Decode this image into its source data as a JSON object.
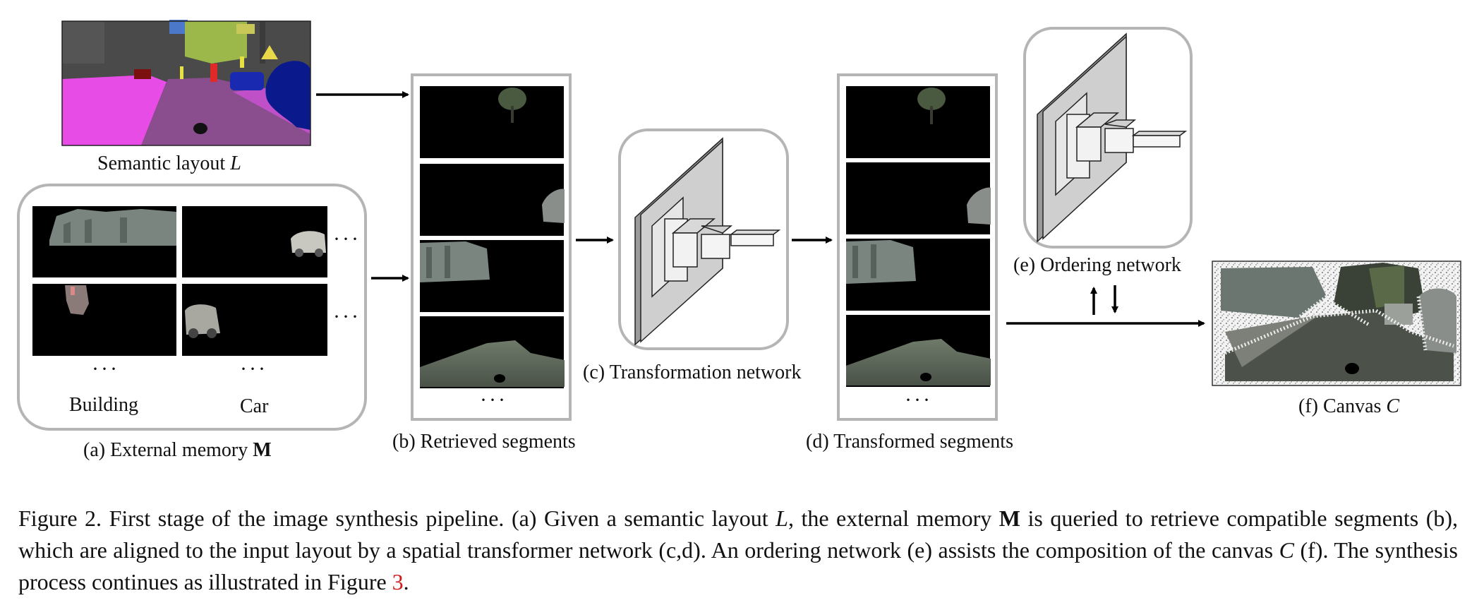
{
  "figure": {
    "semantic_layout_label": "Semantic layout ",
    "semantic_layout_symbol": "L",
    "memory_label": "(a) External memory ",
    "memory_symbol": "M",
    "building_label": "Building",
    "car_label": "Car",
    "ellipsis": "···",
    "retrieved_label": "(b) Retrieved segments",
    "transformation_label": "(c) Transformation network",
    "transformed_label": "(d) Transformed segments",
    "ordering_label": "(e) Ordering network",
    "canvas_label": "(f) Canvas ",
    "canvas_symbol": "C"
  },
  "caption": {
    "part1": "Figure 2. First stage of the image synthesis pipeline. (a) Given a semantic layout ",
    "sym_L": "L",
    "part2": ", the external memory ",
    "sym_M": "M",
    "part3": " is queried to retrieve compatible segments (b), which are aligned to the input layout by a spatial transformer network (c,d). An ordering network (e) assists the composition of the canvas ",
    "sym_C": "C",
    "part4": " (f). The synthesis process continues as illustrated in Figure ",
    "ref": "3",
    "part5": "."
  },
  "colors": {
    "road": "#8a4d8e",
    "sidewalk": "#e84ce6",
    "sky": "#4a4a4a",
    "vegetation": "#9cb84a",
    "car": "#0a1a8c",
    "person": "#e02a2a",
    "panel_border": "#b5b5b5",
    "net_face": "#cfcfcf",
    "net_side": "#9a9a9a",
    "ref_red": "#d11a1a"
  }
}
